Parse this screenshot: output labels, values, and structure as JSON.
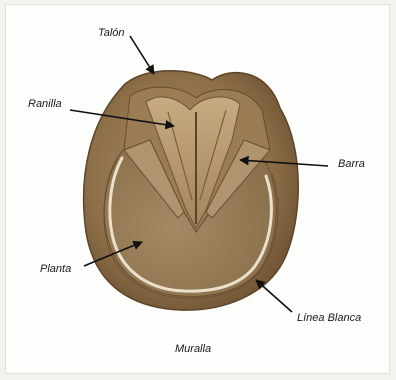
{
  "labels": {
    "talon": "Talón",
    "ranilla": "Ranilla",
    "barra": "Barra",
    "planta": "Planta",
    "linea_blanca": "Línea Blanca",
    "muralla": "Muralla"
  },
  "colors": {
    "background": "#fdfdfc",
    "wall": "#8d7049",
    "sole": "#9f8460",
    "frog": "#b89c74",
    "white_line": "#eae0cc",
    "label_text": "#1d1a16"
  }
}
